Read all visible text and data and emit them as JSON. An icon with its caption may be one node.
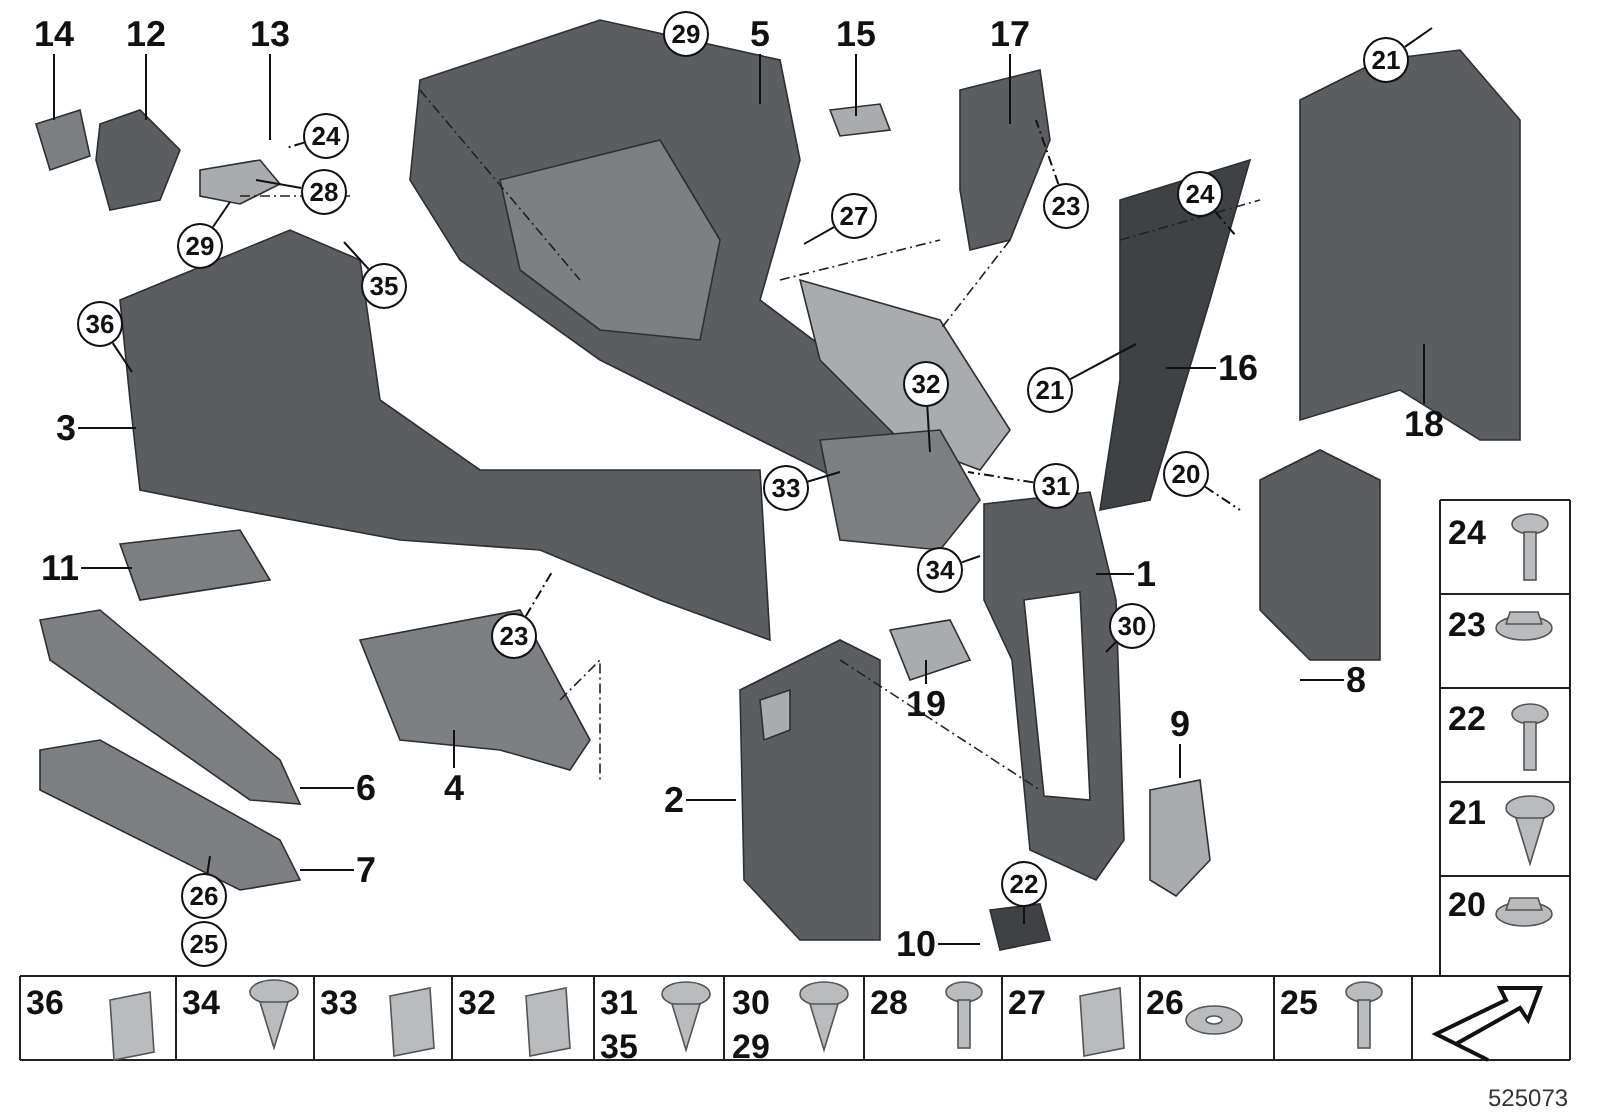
{
  "diagram": {
    "nodes": [
      {
        "text": [
          "14"
        ]
      },
      {
        "text": [
          "12"
        ]
      },
      {
        "text": [
          "13"
        ]
      },
      {
        "text": [
          "24"
        ]
      },
      {
        "text": [
          "28"
        ]
      },
      {
        "text": [
          "29"
        ]
      },
      {
        "text": [
          "35"
        ]
      },
      {
        "text": [
          "36"
        ]
      },
      {
        "text": [
          "3"
        ]
      },
      {
        "text": [
          "5"
        ]
      },
      {
        "text": [
          "15"
        ]
      },
      {
        "text": [
          "17"
        ]
      },
      {
        "text": [
          "27"
        ]
      },
      {
        "text": [
          "23"
        ]
      },
      {
        "text": [
          "24"
        ]
      },
      {
        "text": [
          "21"
        ]
      },
      {
        "text": [
          "21"
        ]
      },
      {
        "text": [
          "16"
        ]
      },
      {
        "text": [
          "18"
        ]
      },
      {
        "text": [
          "32"
        ]
      },
      {
        "text": [
          "33"
        ]
      },
      {
        "text": [
          "31"
        ]
      },
      {
        "text": [
          "20"
        ]
      },
      {
        "text": [
          "11"
        ]
      },
      {
        "text": [
          "34"
        ]
      },
      {
        "text": [
          "1"
        ]
      },
      {
        "text": [
          "30"
        ]
      },
      {
        "text": [
          "23"
        ]
      },
      {
        "text": [
          "19"
        ]
      },
      {
        "text": [
          "8"
        ]
      },
      {
        "text": [
          "6"
        ]
      },
      {
        "text": [
          "4"
        ]
      },
      {
        "text": [
          "9"
        ]
      },
      {
        "text": [
          "2"
        ]
      },
      {
        "text": [
          "7"
        ]
      },
      {
        "text": [
          "26"
        ]
      },
      {
        "text": [
          "22"
        ]
      },
      {
        "text": [
          "10"
        ]
      },
      {
        "text": [
          "29"
        ]
      },
      {
        "text": [
          "25"
        ]
      }
    ],
    "edges": [
      {
        "from": 0,
        "to": null,
        "arrow": "none"
      },
      {
        "from": 1,
        "to": null,
        "arrow": "none"
      },
      {
        "from": 2,
        "to": null,
        "arrow": "none"
      },
      {
        "from": 3,
        "to": null,
        "arrow": "none",
        "style": "dashed"
      },
      {
        "from": 4,
        "to": null,
        "arrow": "none"
      },
      {
        "from": 5,
        "to": null,
        "arrow": "none"
      },
      {
        "from": 6,
        "to": null,
        "arrow": "none"
      },
      {
        "from": 7,
        "to": null,
        "arrow": "none"
      },
      {
        "from": 8,
        "to": null,
        "arrow": "none"
      },
      {
        "from": 9,
        "to": null,
        "arrow": "none"
      },
      {
        "from": 10,
        "to": null,
        "arrow": "none"
      },
      {
        "from": 11,
        "to": null,
        "arrow": "none"
      },
      {
        "from": 12,
        "to": null,
        "arrow": "none"
      },
      {
        "from": 13,
        "to": null,
        "arrow": "none",
        "style": "dashed"
      },
      {
        "from": 14,
        "to": null,
        "arrow": "none",
        "style": "dashed"
      },
      {
        "from": 15,
        "to": null,
        "arrow": "none"
      },
      {
        "from": 16,
        "to": null,
        "arrow": "none"
      },
      {
        "from": 17,
        "to": null,
        "arrow": "none"
      },
      {
        "from": 18,
        "to": null,
        "arrow": "none"
      },
      {
        "from": 19,
        "to": null,
        "arrow": "none"
      },
      {
        "from": 20,
        "to": null,
        "arrow": "none"
      },
      {
        "from": 21,
        "to": null,
        "arrow": "none",
        "style": "dashed"
      },
      {
        "from": 22,
        "to": null,
        "arrow": "none",
        "style": "dashed"
      },
      {
        "from": 23,
        "to": null,
        "arrow": "none"
      },
      {
        "from": 24,
        "to": null,
        "arrow": "none"
      },
      {
        "from": 25,
        "to": null,
        "arrow": "none"
      },
      {
        "from": 26,
        "to": null,
        "arrow": "none"
      },
      {
        "from": 27,
        "to": null,
        "arrow": "none",
        "style": "dashed"
      },
      {
        "from": 28,
        "to": null,
        "arrow": "none"
      },
      {
        "from": 29,
        "to": null,
        "arrow": "none"
      },
      {
        "from": 30,
        "to": null,
        "arrow": "none"
      },
      {
        "from": 31,
        "to": null,
        "arrow": "none"
      },
      {
        "from": 32,
        "to": null,
        "arrow": "none"
      },
      {
        "from": 33,
        "to": null,
        "arrow": "none"
      },
      {
        "from": 34,
        "to": null,
        "arrow": "none"
      },
      {
        "from": 35,
        "to": null,
        "arrow": "none"
      },
      {
        "from": 36,
        "to": null,
        "arrow": "none"
      },
      {
        "from": 37,
        "to": null,
        "arrow": "none"
      }
    ],
    "labels": [
      "24",
      "23",
      "22",
      "21",
      "20",
      "36",
      "34",
      "33",
      "32",
      "31",
      "35",
      "30",
      "29",
      "28",
      "27",
      "26",
      "25",
      "525073"
    ]
  }
}
